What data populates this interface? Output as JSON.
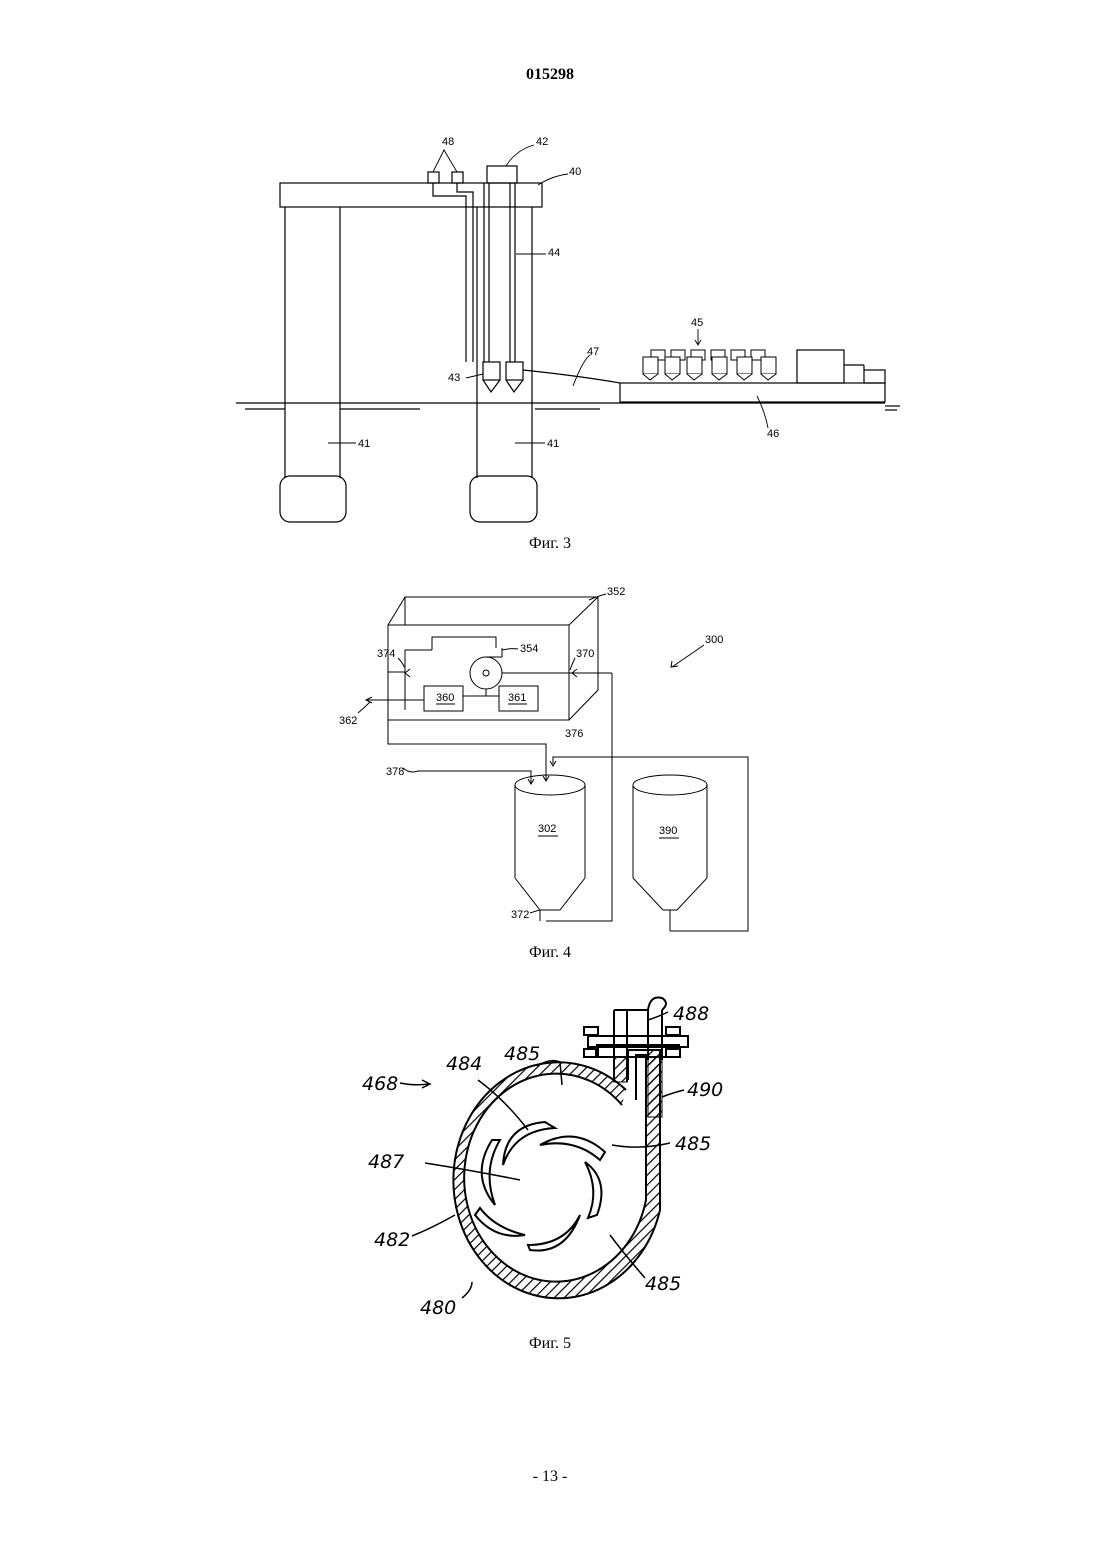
{
  "header": {
    "patent_number": "015298"
  },
  "figures": {
    "fig3": {
      "caption": "Фиг. 3",
      "labels": {
        "l48": "48",
        "l42": "42",
        "l40": "40",
        "l44": "44",
        "l45": "45",
        "l47": "47",
        "l43": "43",
        "l41a": "41",
        "l41b": "41",
        "l46": "46"
      }
    },
    "fig4": {
      "caption": "Фиг. 4",
      "labels": {
        "l352": "352",
        "l354": "354",
        "l374": "374",
        "l370": "370",
        "l300": "300",
        "l360": "360",
        "l361": "361",
        "l362": "362",
        "l376": "376",
        "l378": "378",
        "l302": "302",
        "l390": "390",
        "l372": "372"
      }
    },
    "fig5": {
      "caption": "Фиг. 5",
      "labels": {
        "l488": "488",
        "l485a": "485",
        "l484": "484",
        "l468": "468",
        "l490": "490",
        "l485b": "485",
        "l487": "487",
        "l482": "482",
        "l485c": "485",
        "l480": "480"
      }
    }
  },
  "footer": {
    "page_number": "- 13 -"
  }
}
